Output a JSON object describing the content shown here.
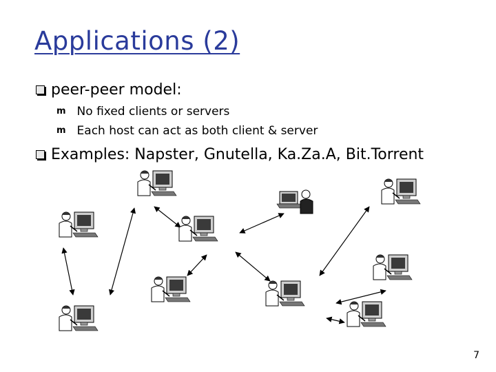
{
  "slide": {
    "title": "Applications (2)",
    "bullets": [
      {
        "text": "peer-peer model:",
        "subbullets": [
          "No fixed clients or servers",
          "Each host can act as both client & server"
        ]
      },
      {
        "text": "Examples: Napster, Gnutella, Ka.Za.A, Bit.Torrent"
      }
    ],
    "page_number": "7"
  },
  "colors": {
    "title": "#2a3b9b",
    "text": "#000000",
    "background": "#ffffff"
  },
  "icons": {
    "bullet_level1": "square-bullet-icon",
    "bullet_level2": "m-bullet-icon"
  }
}
